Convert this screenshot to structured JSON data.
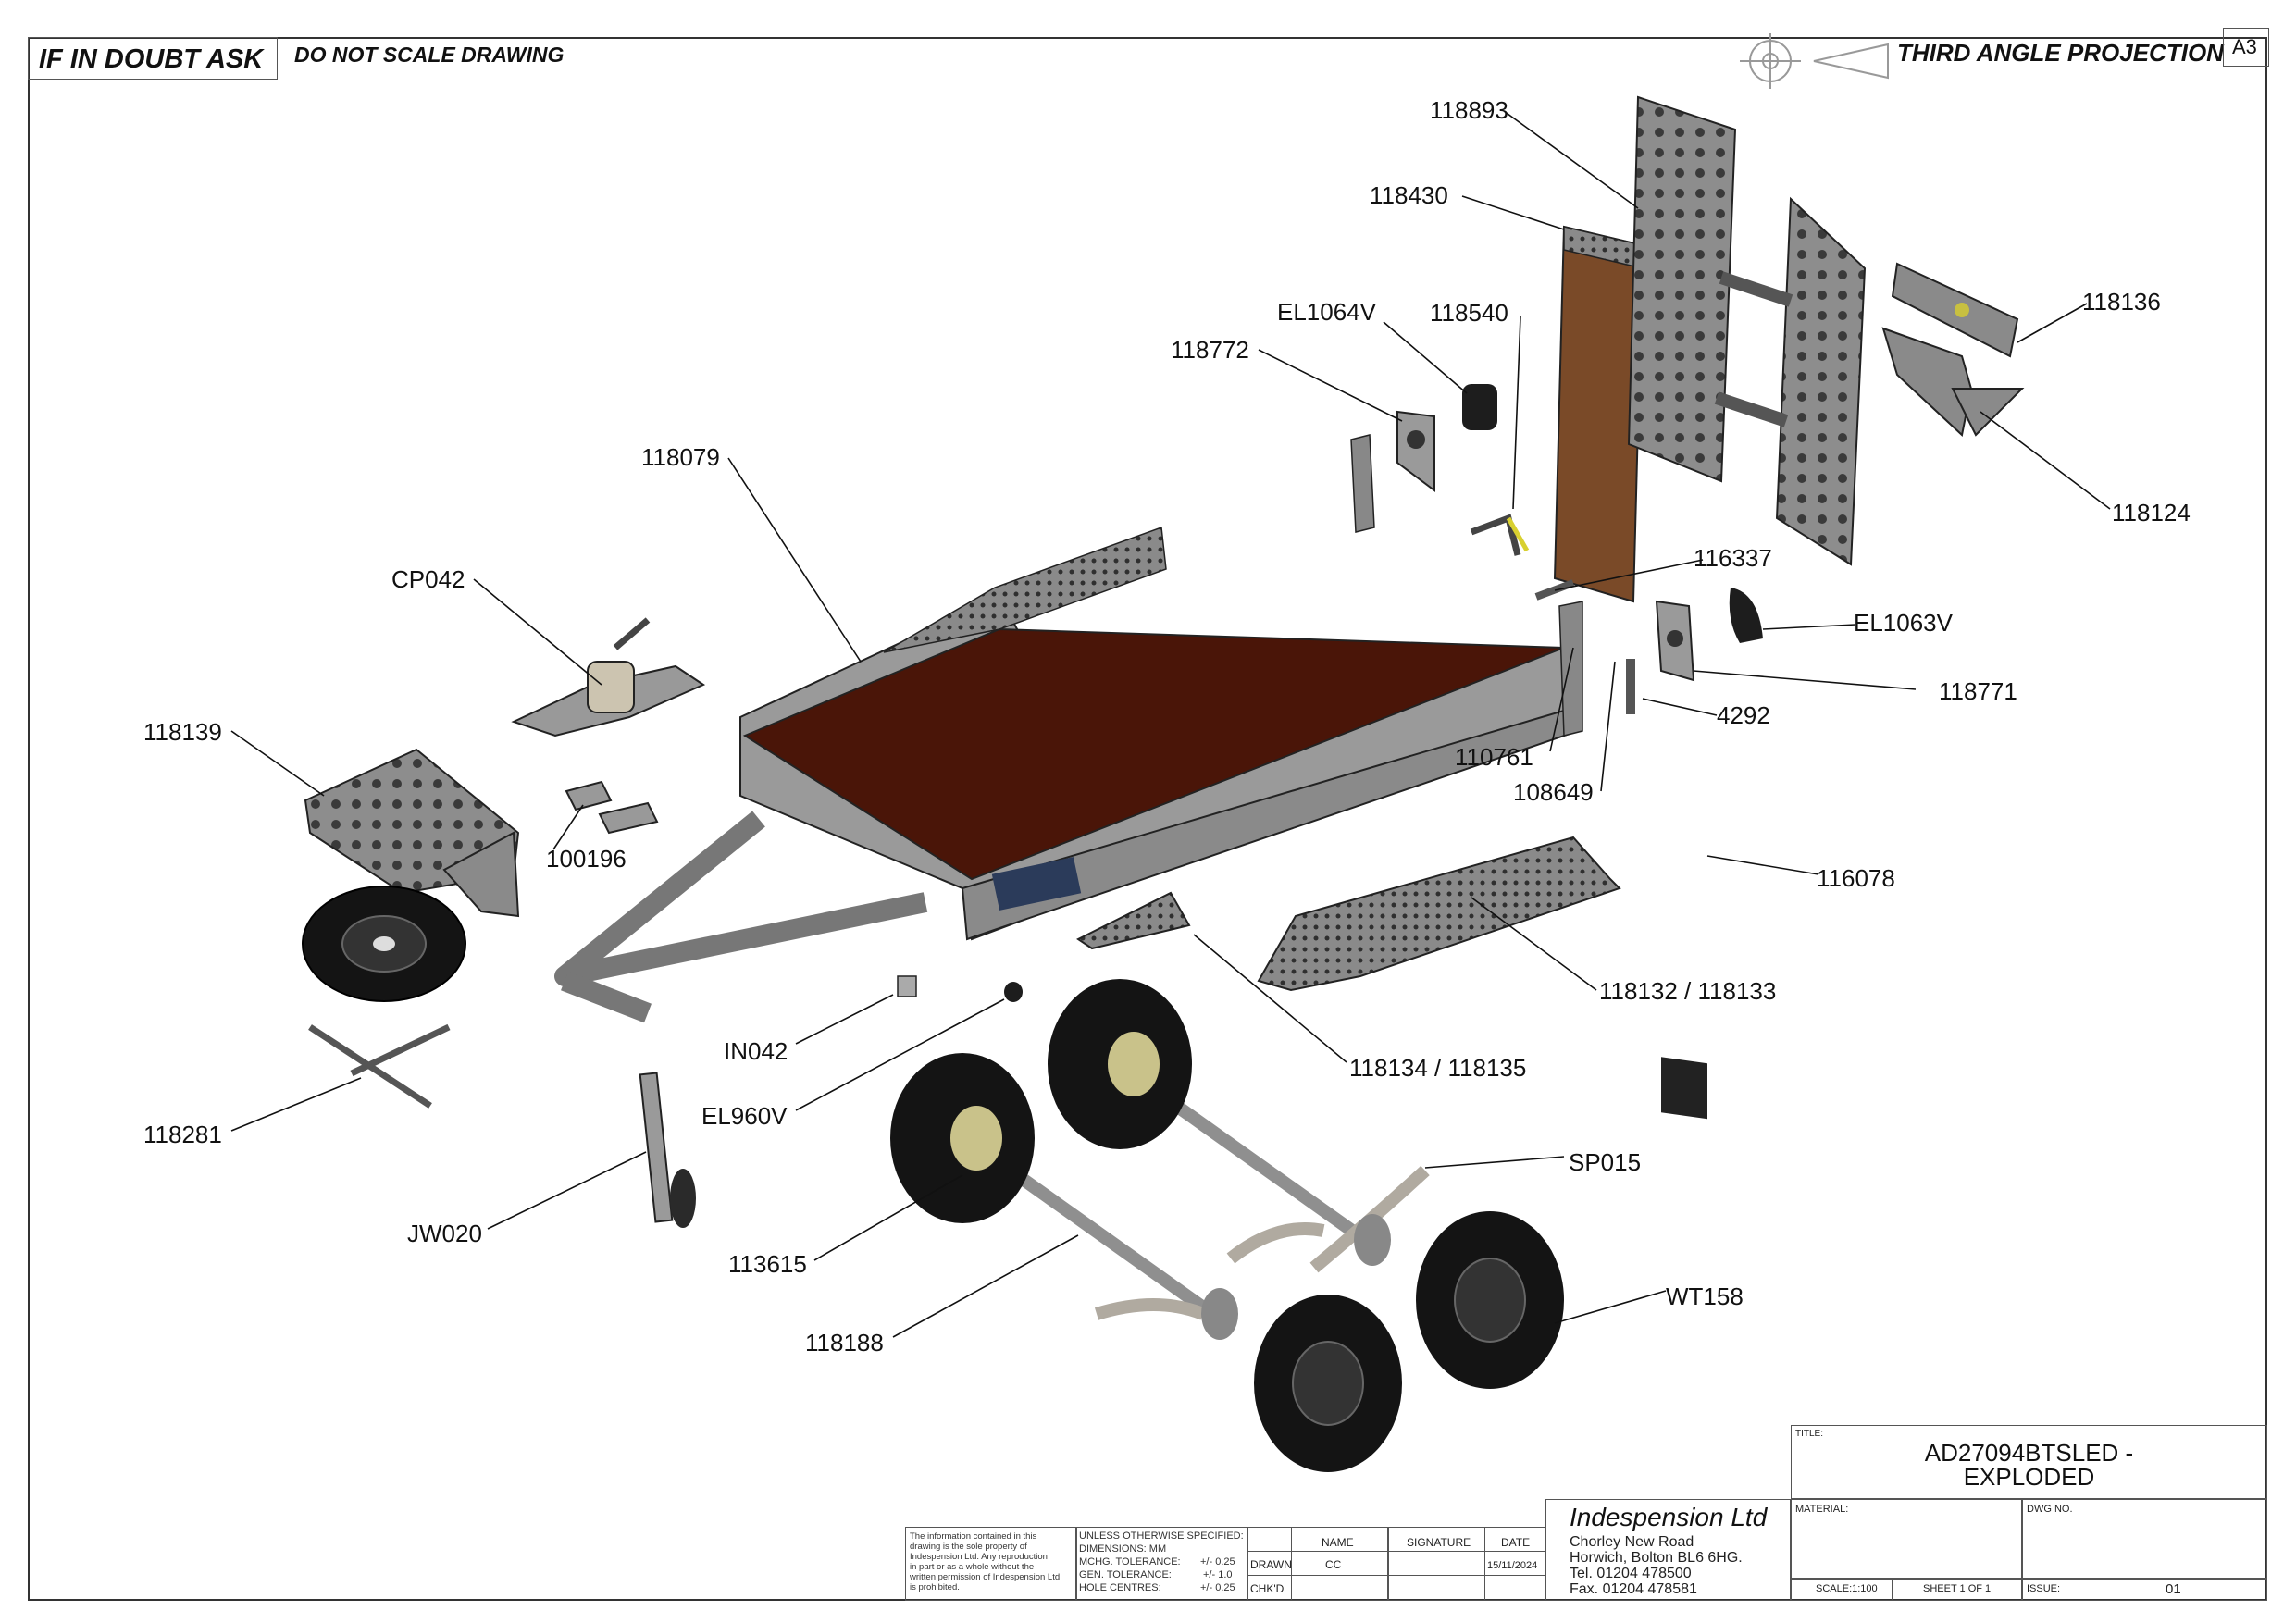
{
  "header": {
    "if_in_doubt": "IF IN DOUBT ASK",
    "do_not_scale": "DO NOT SCALE DRAWING",
    "projection": "THIRD ANGLE PROJECTION",
    "sheet_size": "A3"
  },
  "callouts": [
    {
      "id": "118893",
      "text": "118893"
    },
    {
      "id": "118430",
      "text": "118430"
    },
    {
      "id": "118540",
      "text": "118540"
    },
    {
      "id": "EL1064V",
      "text": "EL1064V"
    },
    {
      "id": "118772",
      "text": "118772"
    },
    {
      "id": "118136",
      "text": "118136"
    },
    {
      "id": "118124",
      "text": "118124"
    },
    {
      "id": "118079",
      "text": "118079"
    },
    {
      "id": "CP042",
      "text": "CP042"
    },
    {
      "id": "116337",
      "text": "116337"
    },
    {
      "id": "EL1063V",
      "text": "EL1063V"
    },
    {
      "id": "118771",
      "text": "118771"
    },
    {
      "id": "4292",
      "text": "4292"
    },
    {
      "id": "110761",
      "text": "110761"
    },
    {
      "id": "108649",
      "text": "108649"
    },
    {
      "id": "118139",
      "text": "118139"
    },
    {
      "id": "100196",
      "text": "100196"
    },
    {
      "id": "116078",
      "text": "116078"
    },
    {
      "id": "118132",
      "text": "118132 / 118133"
    },
    {
      "id": "IN042",
      "text": "IN042"
    },
    {
      "id": "118134",
      "text": "118134 / 118135"
    },
    {
      "id": "EL960V",
      "text": "EL960V"
    },
    {
      "id": "118281",
      "text": "118281"
    },
    {
      "id": "SP015",
      "text": "SP015"
    },
    {
      "id": "JW020",
      "text": "JW020"
    },
    {
      "id": "113615",
      "text": "113615"
    },
    {
      "id": "WT158",
      "text": "WT158"
    },
    {
      "id": "118188",
      "text": "118188"
    }
  ],
  "title_block": {
    "title_label": "TITLE:",
    "title_line1": "AD27094BTSLED -",
    "title_line2": "EXPLODED",
    "material_label": "MATERIAL:",
    "dwg_no_label": "DWG NO.",
    "scale": "SCALE:1:100",
    "sheet": "SHEET 1 OF 1",
    "issue_label": "ISSUE:",
    "issue": "01",
    "company": "Indespension Ltd",
    "address1": "Chorley New Road",
    "address2": "Horwich, Bolton BL6 6HG.",
    "tel": "Tel. 01204 478500",
    "fax": "Fax. 01204 478581",
    "col_name": "NAME",
    "col_signature": "SIGNATURE",
    "col_date": "DATE",
    "drawn_label": "DRAWN",
    "drawn_name": "CC",
    "drawn_date": "15/11/2024",
    "chkd_label": "CHK'D",
    "unless": "UNLESS OTHERWISE SPECIFIED:",
    "dimensions": "DIMENSIONS:  MM",
    "mchg": "MCHG. TOLERANCE:",
    "mchg_val": "+/- 0.25",
    "gen": "GEN. TOLERANCE:",
    "gen_val": "+/- 1.0",
    "hole": "HOLE CENTRES:",
    "hole_val": "+/- 0.25",
    "notice": [
      "The information contained in this",
      "drawing is the sole property of",
      "Indespension Ltd. Any reproduction",
      "in part or as a whole without the",
      "written permission of Indespension Ltd",
      "is prohibited."
    ]
  },
  "colors": {
    "deck": "#4a1508",
    "galv": "#9a9a9a",
    "plywood": "#7a4a28",
    "tyre": "#141414"
  }
}
